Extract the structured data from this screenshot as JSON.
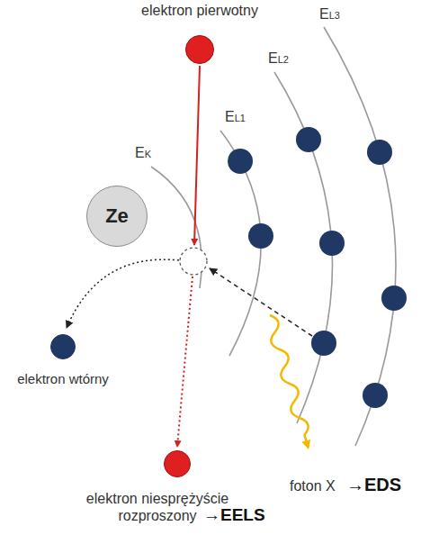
{
  "diagram": {
    "nodes": [
      {
        "text": [
          "elektron pierwotny"
        ]
      },
      {
        "text": [
          "Ze"
        ]
      },
      {
        "text": [
          "elektron wtórny"
        ]
      },
      {
        "text": [
          "elektron niesprężyście rozproszony",
          "→EELS"
        ]
      }
    ],
    "labels": [
      "EK",
      "EL1",
      "EL2",
      "EL3",
      "foton X",
      "→EDS"
    ]
  }
}
